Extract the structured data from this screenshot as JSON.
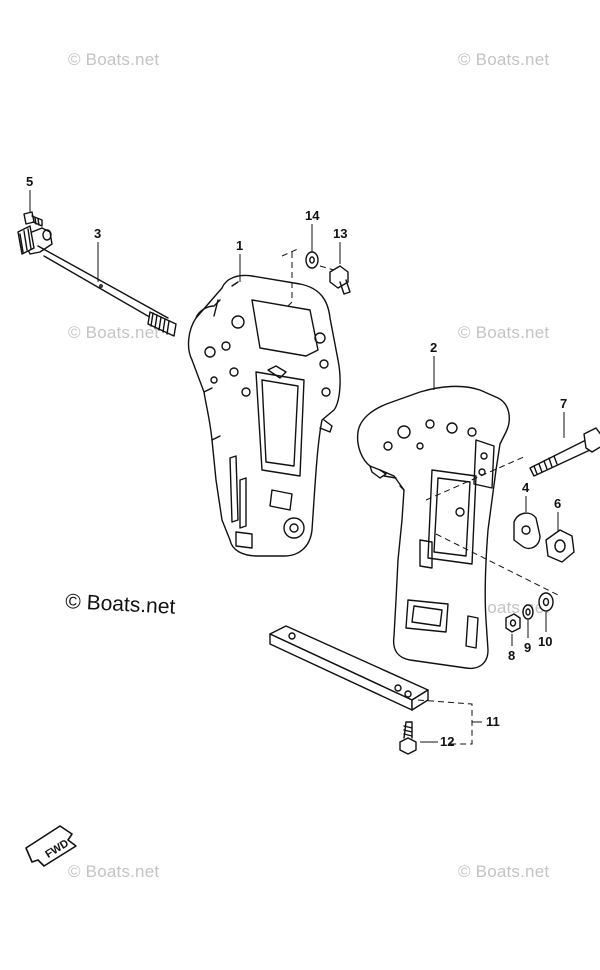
{
  "watermark_text": "© Boats.net",
  "copyright_text": "© Boats.net",
  "fwd_label": "FWD",
  "callouts": {
    "c1": "1",
    "c2": "2",
    "c3": "3",
    "c4": "4",
    "c5": "5",
    "c6": "6",
    "c7": "7",
    "c8": "8",
    "c9": "9",
    "c10": "10",
    "c11": "11",
    "c12": "12",
    "c13": "13",
    "c14": "14"
  }
}
